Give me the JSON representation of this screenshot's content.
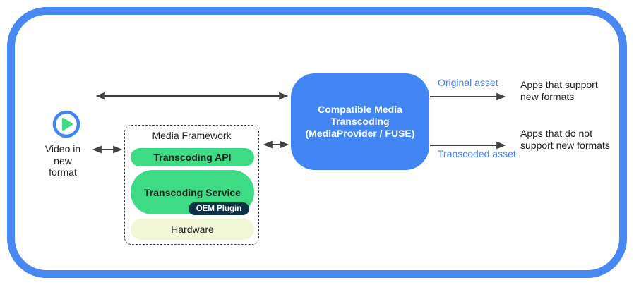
{
  "colors": {
    "frame_blue": "#4788F4",
    "transcoder_blue": "#4285F4",
    "pill_green": "#3DDC84",
    "oem_navy": "#0C3246",
    "hardware_cream": "#F2F7D8",
    "arrow_gray": "#424242",
    "asset_label_blue": "#4285F4",
    "text_dark": "#212121"
  },
  "source": {
    "icon": "play-icon",
    "lines": [
      "Video in",
      "new",
      "format"
    ]
  },
  "framework": {
    "title": "Media Framework",
    "api_label": "Transcoding API",
    "service_label": "Transcoding Service",
    "oem_label": "OEM Plugin",
    "hardware_label": "Hardware"
  },
  "transcoder": {
    "lines": [
      "Compatible Media",
      "Transcoding",
      "(MediaProvider / FUSE)"
    ]
  },
  "outputs": {
    "original": {
      "arrow_label": "Original asset",
      "target_lines": [
        "Apps that support",
        "new formats"
      ]
    },
    "transcoded": {
      "arrow_label": "Transcoded asset",
      "target_lines": [
        "Apps that do not",
        "support new formats"
      ]
    }
  }
}
